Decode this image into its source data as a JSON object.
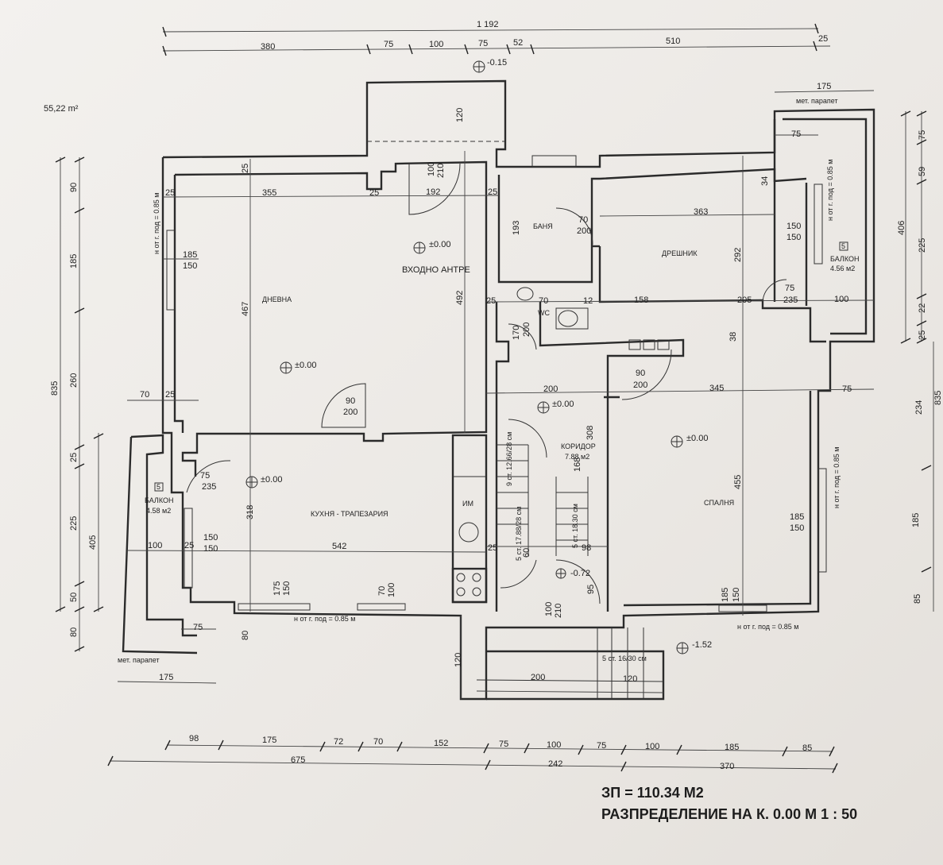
{
  "summary": {
    "area_line": "ЗП = 110.34 М2",
    "plan_line": "РАЗПРЕДЕЛЕНИЕ НА К. 0.00  М 1 : 50"
  },
  "rooms": {
    "living": "ДНЕВНА",
    "entrance": "ВХОДНО АНТРЕ",
    "bath": "БАНЯ",
    "wardrobe": "ДРЕШНИК",
    "wc": "WC",
    "corridor": "КОРИДОР",
    "corridor_area": "7.88 м2",
    "kitchen": "КУХНЯ - ТРАПЕЗАРИЯ",
    "bedroom": "СПАЛНЯ",
    "balcony_left": "БАЛКОН",
    "balcony_left_area": "4.58 м2",
    "balcony_right": "БАЛКОН",
    "balcony_right_area": "4.56 м2",
    "area_note": "55,22 m²",
    "im_label": "ИМ",
    "balcony_badge": "5"
  },
  "parapets": {
    "left": "мет. парапет",
    "right": "мет. парапет"
  },
  "levels": {
    "top": "-0.15",
    "entrance": "±0.00",
    "living": "±0.00",
    "kitchen": "±0.00",
    "corridor": "±0.00",
    "bedroom": "±0.00",
    "stair": "-0.72",
    "bottom": "-1.52"
  },
  "sill_notes": {
    "left_vertical": "н от г. под = 0.85 м",
    "right_vertical_top": "н от г. под = 0.85 м",
    "right_vertical_mid": "н от г. под = 0.85 м",
    "bottom_left": "н от г. под = 0.85 м",
    "bottom_right": "н от г. под = 0.85 м"
  },
  "stairs": {
    "a": "9 ст. 12.66/28 см",
    "b": "5 ст. 17.88/28 см",
    "c": "5 ст. 18.30 см",
    "d": "5 ст. 16/30 см"
  },
  "dims_top": {
    "total": "1 192",
    "segments": [
      "380",
      "75",
      "100",
      "75",
      "52",
      "510",
      "25"
    ],
    "right_top": "175"
  },
  "dims_bottom": {
    "row1": [
      "98",
      "175",
      "72",
      "70",
      "152",
      "75",
      "100",
      "75",
      "100",
      "185",
      "85"
    ],
    "row2": [
      "675",
      "242",
      "370"
    ]
  },
  "dims_left": [
    "90",
    "185",
    "260",
    "835",
    "25",
    "225",
    "405",
    "50",
    "80"
  ],
  "dims_right": [
    "75",
    "59",
    "406",
    "225",
    "22",
    "25",
    "234",
    "835",
    "185",
    "85"
  ],
  "dims_inner": {
    "d355": "355",
    "d25": "25",
    "d192": "192",
    "d185_150": "185",
    "d150": "150",
    "d467": "467",
    "d100_210": "100",
    "d210": "210",
    "d120": "120",
    "d90": "90",
    "d200": "200",
    "d492": "492",
    "d193": "193",
    "d70": "70",
    "d363": "363",
    "d292": "292",
    "d158": "158",
    "d205": "205",
    "d12": "12",
    "d345": "345",
    "d455": "455",
    "d542": "542",
    "d318": "318",
    "d235": "235",
    "d308": "308",
    "d168": "168",
    "d95": "95",
    "d60": "60",
    "d98": "98",
    "d38": "38",
    "d34": "34",
    "d175": "175",
    "d80": "80",
    "d170": "170"
  }
}
